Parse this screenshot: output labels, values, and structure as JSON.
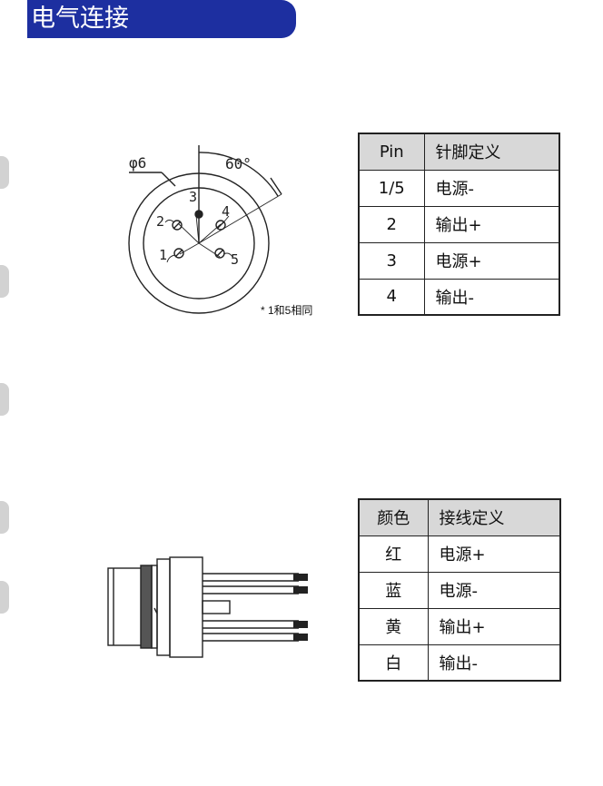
{
  "header": {
    "title": "电气连接"
  },
  "pin_diagram": {
    "diameter_label": "φ6",
    "angle_label": "60°",
    "pin_labels": [
      "1",
      "2",
      "3",
      "4",
      "5"
    ],
    "footnote": "* 1和5相同"
  },
  "pin_table": {
    "headers": [
      "Pin",
      "针脚定义"
    ],
    "rows": [
      [
        "1/5",
        "电源-"
      ],
      [
        "2",
        "输出+"
      ],
      [
        "3",
        "电源+"
      ],
      [
        "4",
        "输出-"
      ]
    ]
  },
  "wire_table": {
    "headers": [
      "颜色",
      "接线定义"
    ],
    "rows": [
      [
        "红",
        "电源+"
      ],
      [
        "蓝",
        "电源-"
      ],
      [
        "黄",
        "输出+"
      ],
      [
        "白",
        "输出-"
      ]
    ]
  }
}
